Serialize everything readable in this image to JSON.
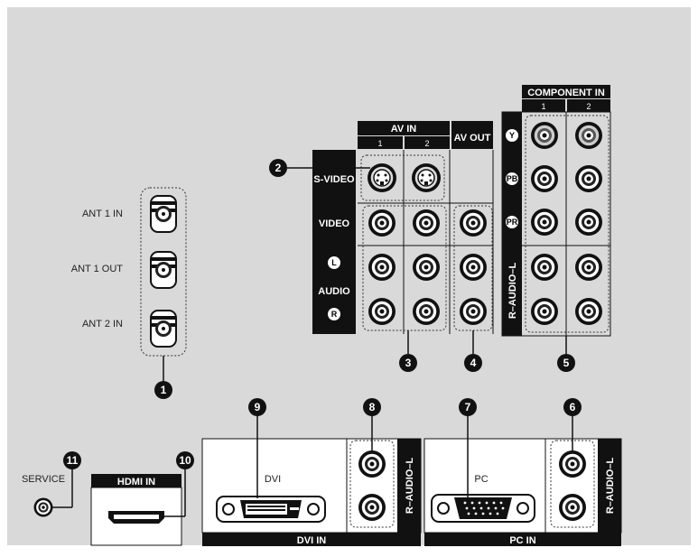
{
  "antenna": {
    "labels": [
      "ANT 1 IN",
      "ANT 1 OUT",
      "ANT 2 IN"
    ],
    "callout": "1"
  },
  "av_in": {
    "header": "AV IN",
    "col1": "1",
    "col2": "2",
    "svideo_label": "S-VIDEO",
    "video_label": "VIDEO",
    "audio_label": "AUDIO",
    "audio_left": "L",
    "audio_right": "R",
    "callout_svideo": "2",
    "callout": "3"
  },
  "av_out": {
    "header": "AV OUT",
    "callout": "4"
  },
  "component_in": {
    "header": "COMPONENT IN",
    "col1": "1",
    "col2": "2",
    "y_label": "Y",
    "pb_label": "PB",
    "pr_label": "PR",
    "audio_label": "R–AUDIO–L",
    "callout": "5"
  },
  "pc_in": {
    "header": "PC IN",
    "connector_label": "PC",
    "audio_label": "R–AUDIO–L",
    "callout_audio": "6",
    "callout_pc": "7"
  },
  "dvi_in": {
    "header": "DVI IN",
    "connector_label": "DVI",
    "audio_label": "R–AUDIO–L",
    "callout_audio": "8",
    "callout_dvi": "9"
  },
  "hdmi_in": {
    "header": "HDMI IN",
    "callout": "10"
  },
  "service": {
    "label": "SERVICE",
    "callout": "11"
  }
}
